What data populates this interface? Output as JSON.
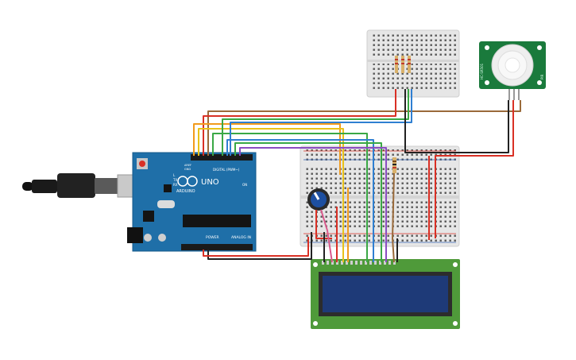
{
  "arduino": {
    "brand": "ARDUINO",
    "model": "UNO",
    "digital_label": "DIGITAL (PWM~)",
    "power_label": "POWER",
    "analog_label": "ANALOG IN",
    "tx_label": "TX",
    "rx_label": "RX",
    "on_label": "ON",
    "l_label": "L",
    "aref_label": "AREF",
    "gnd_label": "GND"
  },
  "pir_sensor": {
    "left_text": "HC-SR501",
    "right_text": "PIR"
  },
  "colors": {
    "arduino_board": "#1f6fa8",
    "pcb_green": "#1a7a3c",
    "lcd_screen": "#1e3a78",
    "lcd_board": "#4f9a3a",
    "breadboard": "#e8e8e8",
    "wire_red": "#d93025",
    "wire_black": "#222222",
    "wire_orange": "#f29b1d",
    "wire_yellow": "#e8c21a",
    "wire_green": "#3aa845",
    "wire_blue": "#2f7fd1",
    "wire_purple": "#8a4cc2",
    "wire_brown": "#9a6a3a",
    "wire_teal": "#2aa7a0"
  }
}
